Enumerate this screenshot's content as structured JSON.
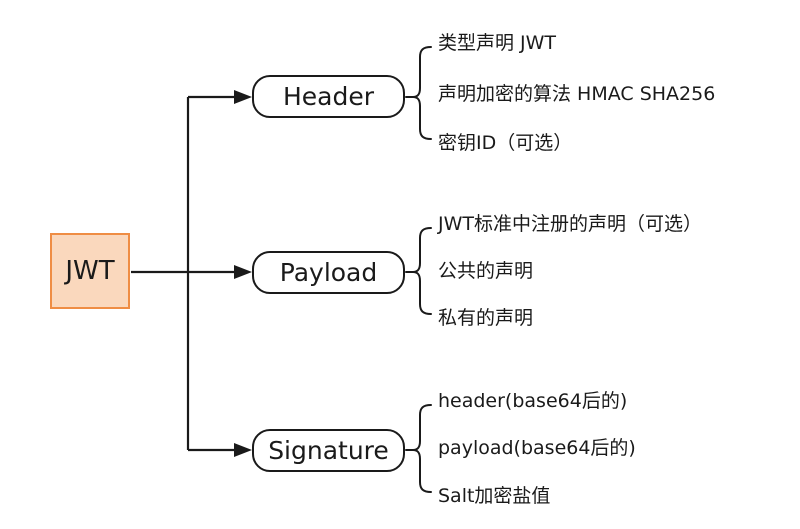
{
  "diagram": {
    "title_hint": "JWT structure mind map",
    "root": {
      "label": "JWT"
    },
    "branches": [
      {
        "label": "Header",
        "children": [
          "类型声明 JWT",
          "声明加密的算法 HMAC SHA256",
          "密钥ID（可选）"
        ]
      },
      {
        "label": "Payload",
        "children": [
          "JWT标准中注册的声明（可选）",
          "公共的声明",
          "私有的声明"
        ]
      },
      {
        "label": "Signature",
        "children": [
          "header(base64后的)",
          "payload(base64后的)",
          "Salt加密盐值"
        ]
      }
    ],
    "colors": {
      "background": "#ffffff",
      "root_fill": "#FAD8BD",
      "root_border": "#EF8D44",
      "node_fill": "#ffffff",
      "node_border": "#1a1a1a",
      "line": "#1a1a1a",
      "text": "#1a1a1a"
    }
  }
}
